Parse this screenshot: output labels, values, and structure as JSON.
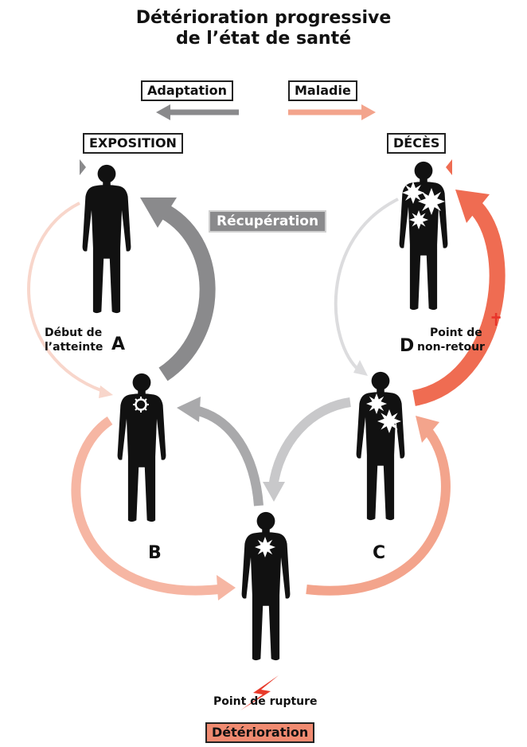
{
  "title": {
    "line1": "Détérioration progressive",
    "line2": "de l’état de santé"
  },
  "legend": {
    "adaptation": "Adaptation",
    "maladie": "Maladie"
  },
  "stages": {
    "exposition": "EXPOSITION",
    "deces": "DÉCÈS",
    "recuperation": "Récupération",
    "deterioration": "Détérioration"
  },
  "labels": {
    "a_text_line1": "Début de",
    "a_text_line2": "l’atteinte",
    "a_letter": "A",
    "b_letter": "B",
    "c_letter": "C",
    "d_letter": "D",
    "d_text_line1": "Point de",
    "d_text_line2": "non-retour",
    "rupture": "Point de rupture",
    "cross_symbol": "✝"
  },
  "colors": {
    "adaptation_gray": "#8a8a8c",
    "disease_salmon": "#f3a48c",
    "disease_red": "#ef6c52",
    "light_pink": "#f8d6cb",
    "light_gray": "#c8c8ca",
    "silhouette": "#111111"
  }
}
